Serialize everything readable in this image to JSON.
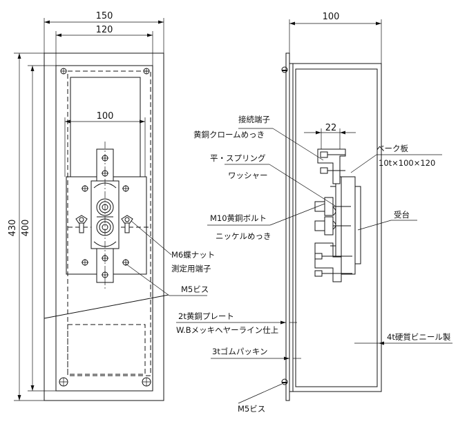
{
  "front_view": {
    "dim_width_outer": "150",
    "dim_width_inner": "120",
    "dim_height_outer": "430",
    "dim_height_inner": "400",
    "dim_terminal_span": "100"
  },
  "side_view": {
    "dim_depth": "100",
    "dim_terminal": "22"
  },
  "labels": {
    "terminal_l1": "接続端子",
    "terminal_l2": "黄銅クロームめっき",
    "washer_l1": "平・スプリング",
    "washer_l2": "ワッシャー",
    "bakelite_l1": "ベーク板",
    "bakelite_l2": "10t×100×120",
    "bolt_l1": "M10黄銅ボルト",
    "bolt_l2": "ニッケルめっき",
    "base": "受台",
    "wingnut_l1": "M6蝶ナット",
    "wingnut_l2": "測定用端子",
    "screw_front": "M5ビス",
    "plate_l1": "2t黄銅プレート",
    "plate_l2": "W.Bメッキヘヤーライン仕上",
    "cover": "4t硬質ビニール製",
    "packing": "3tゴムパッキン",
    "screw_side": "M5ビス"
  }
}
